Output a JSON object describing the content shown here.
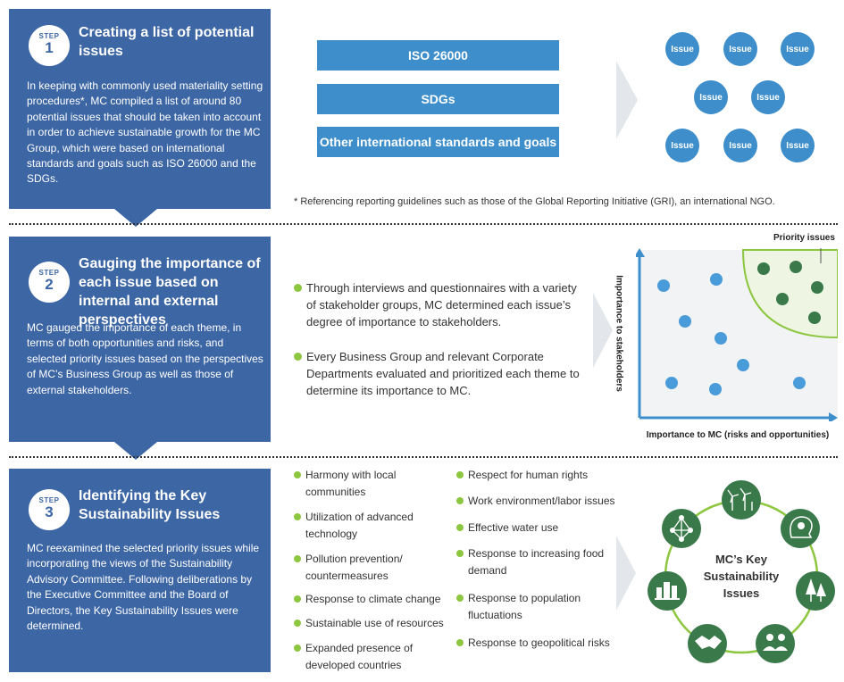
{
  "step_label": "STEP",
  "steps": [
    {
      "num": "1",
      "title": "Creating a list of potential issues",
      "desc": "In keeping with commonly used materiality setting procedures*, MC compiled a list of around 80 potential issues that should be taken into account in order to achieve sustainable growth for the MC Group, which were based on international standards and goals such as ISO 26000 and the SDGs."
    },
    {
      "num": "2",
      "title": "Gauging the importance of each issue based on internal and external perspectives",
      "desc": "MC gauged the importance of each theme, in terms of both opportunities and risks, and selected priority issues based on the perspectives of MC’s Business Group as well as those of external stakeholders."
    },
    {
      "num": "3",
      "title": "Identifying the Key Sustainability Issues",
      "desc": "MC reexamined the selected priority issues while incorporating the views of the Sustainability Advisory Committee. Following deliberations by the Executive Committee and the Board of Directors, the Key Sustainability Issues were determined."
    }
  ],
  "standards": [
    "ISO 26000",
    "SDGs",
    "Other international standards and goals"
  ],
  "issue_label": "Issue",
  "footnote": "* Referencing reporting guidelines such as those of the Global Reporting Initiative (GRI), an international NGO.",
  "step2_bullets": [
    "Through interviews and questionnaires with a variety of stakeholder groups, MC determined each issue’s degree of importance to stakeholders.",
    "Every Business Group and relevant Corporate Departments evaluated and prioritized each theme to determine its importance to MC."
  ],
  "matrix": {
    "y_label": "Importance to stakeholders",
    "x_label": "Importance to MC (risks and opportunities)",
    "priority_label": "Priority issues",
    "color_blue": "#4a9bd9",
    "color_green": "#3a7a4a",
    "color_priority_bg": "#eef5e2"
  },
  "key_issues_col1": [
    "Harmony with local communities",
    "Utilization of advanced technology",
    "Pollution prevention/ countermeasures",
    "Response to climate change",
    "Sustainable use of resources",
    "Expanded presence of developed countries"
  ],
  "key_issues_col2": [
    "Respect for human rights",
    "Work environment/labor issues",
    "Effective water use",
    "Response to increasing food demand",
    "Response to population fluctuations",
    "Response to geopolitical risks"
  ],
  "ring": {
    "center_label": "MC’s Key Sustainability Issues",
    "icons": [
      "wind-turbine-icon",
      "lightbulb-head-icon",
      "forest-icon",
      "people-icon",
      "handshake-icon",
      "city-icon",
      "network-icon"
    ],
    "ring_color": "#8dc63f",
    "node_color": "#3a7a4a"
  },
  "colors": {
    "step_blue": "#3d66a5",
    "bar_blue": "#3d8ecb",
    "bullet_green": "#8dc63f"
  }
}
